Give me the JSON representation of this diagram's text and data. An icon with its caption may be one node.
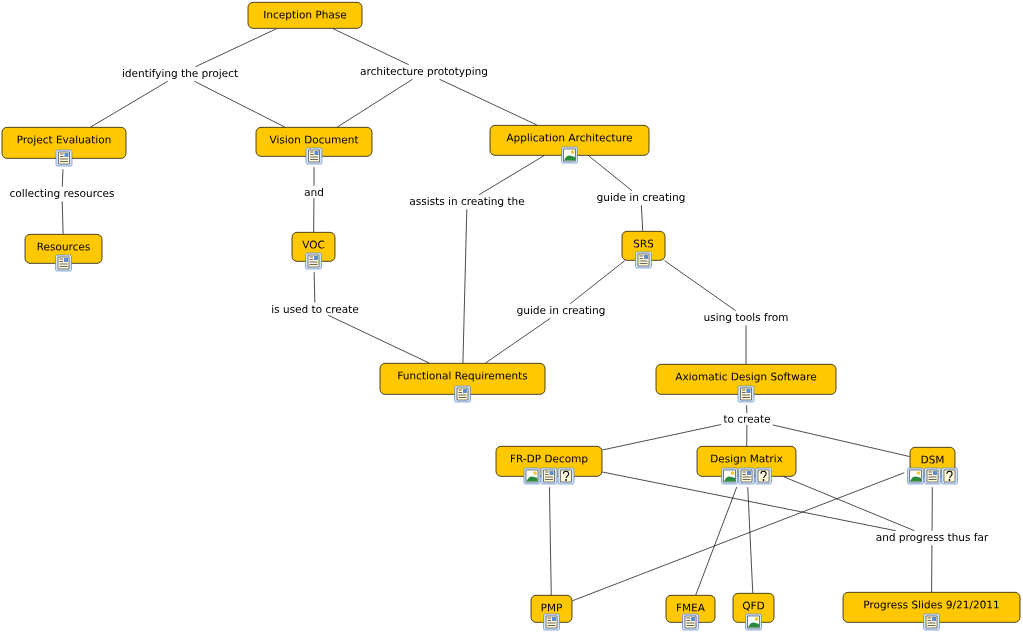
{
  "diagram": {
    "nodes": [
      {
        "text": [
          "Inception Phase"
        ]
      },
      {
        "text": [
          "identifying the project"
        ]
      },
      {
        "text": [
          "architecture prototyping"
        ]
      },
      {
        "text": [
          "Project Evaluation"
        ]
      },
      {
        "text": [
          "Vision Document"
        ]
      },
      {
        "text": [
          "Application Architecture"
        ]
      },
      {
        "text": [
          "collecting resources"
        ]
      },
      {
        "text": [
          "and"
        ]
      },
      {
        "text": [
          "assists in creating the"
        ]
      },
      {
        "text": [
          "guide in creating"
        ]
      },
      {
        "text": [
          "Resources"
        ]
      },
      {
        "text": [
          "VOC"
        ]
      },
      {
        "text": [
          "SRS"
        ]
      },
      {
        "text": [
          "is used to create"
        ]
      },
      {
        "text": [
          "guide in creating"
        ]
      },
      {
        "text": [
          "using tools from"
        ]
      },
      {
        "text": [
          "Functional Requirements"
        ]
      },
      {
        "text": [
          "Axiomatic Design Software"
        ]
      },
      {
        "text": [
          "to create"
        ]
      },
      {
        "text": [
          "FR-DP Decomp"
        ]
      },
      {
        "text": [
          "Design Matrix"
        ]
      },
      {
        "text": [
          "DSM"
        ]
      },
      {
        "text": [
          "and progress thus far"
        ]
      },
      {
        "text": [
          "PMP"
        ]
      },
      {
        "text": [
          "FMEA"
        ]
      },
      {
        "text": [
          "QFD"
        ]
      },
      {
        "text": [
          "Progress Slides 9/21/2011"
        ]
      }
    ],
    "edges": [
      {
        "from": 0,
        "to": 1,
        "arrow": "none"
      },
      {
        "from": 1,
        "to": 3,
        "arrow": "none"
      },
      {
        "from": 1,
        "to": 4,
        "arrow": "none"
      },
      {
        "from": 0,
        "to": 2,
        "arrow": "none"
      },
      {
        "from": 2,
        "to": 4,
        "arrow": "none"
      },
      {
        "from": 2,
        "to": 5,
        "arrow": "none"
      },
      {
        "from": 3,
        "to": 6,
        "arrow": "none"
      },
      {
        "from": 6,
        "to": 10,
        "arrow": "none"
      },
      {
        "from": 4,
        "to": 7,
        "arrow": "none"
      },
      {
        "from": 7,
        "to": 11,
        "arrow": "none"
      },
      {
        "from": 11,
        "to": 13,
        "arrow": "none"
      },
      {
        "from": 13,
        "to": 16,
        "arrow": "none"
      },
      {
        "from": 5,
        "to": 8,
        "arrow": "none"
      },
      {
        "from": 8,
        "to": 16,
        "arrow": "none"
      },
      {
        "from": 5,
        "to": 9,
        "arrow": "none"
      },
      {
        "from": 9,
        "to": 12,
        "arrow": "none"
      },
      {
        "from": 12,
        "to": 14,
        "arrow": "none"
      },
      {
        "from": 14,
        "to": 16,
        "arrow": "none"
      },
      {
        "from": 12,
        "to": 15,
        "arrow": "none"
      },
      {
        "from": 15,
        "to": 17,
        "arrow": "none"
      },
      {
        "from": 17,
        "to": 18,
        "arrow": "none"
      },
      {
        "from": 18,
        "to": 19,
        "arrow": "none"
      },
      {
        "from": 18,
        "to": 20,
        "arrow": "none"
      },
      {
        "from": 18,
        "to": 21,
        "arrow": "none"
      },
      {
        "from": 19,
        "to": 22,
        "arrow": "none"
      },
      {
        "from": 20,
        "to": 22,
        "arrow": "none"
      },
      {
        "from": 21,
        "to": 22,
        "arrow": "none"
      },
      {
        "from": 22,
        "to": 26,
        "arrow": "none"
      },
      {
        "from": 19,
        "to": 23,
        "arrow": "none"
      },
      {
        "from": 21,
        "to": 23,
        "arrow": "none"
      },
      {
        "from": 20,
        "to": 24,
        "arrow": "none"
      },
      {
        "from": 20,
        "to": 25,
        "arrow": "none"
      }
    ]
  }
}
